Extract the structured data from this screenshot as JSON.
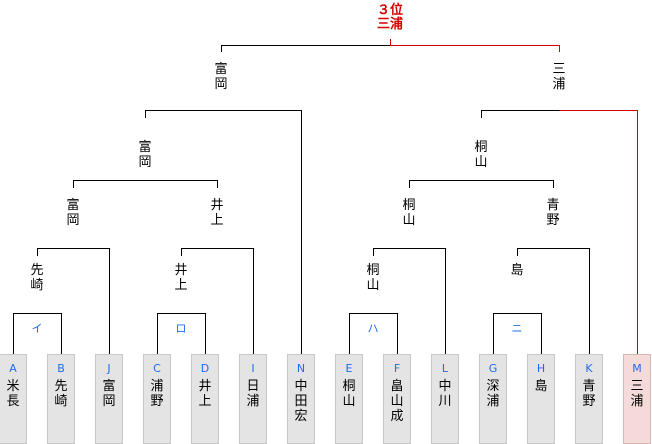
{
  "colors": {
    "line": "#000000",
    "winner_line": "#d40000",
    "letter": "#1a6ee8"
  },
  "third_place": {
    "title": "３位",
    "name": "三浦"
  },
  "players": [
    {
      "letter": "A",
      "name": "米長"
    },
    {
      "letter": "B",
      "name": "先崎"
    },
    {
      "letter": "J",
      "name": "富岡"
    },
    {
      "letter": "C",
      "name": "浦野"
    },
    {
      "letter": "D",
      "name": "井上"
    },
    {
      "letter": "I",
      "name": "日浦"
    },
    {
      "letter": "N",
      "name": "中田宏"
    },
    {
      "letter": "E",
      "name": "桐山"
    },
    {
      "letter": "F",
      "name": "畠山成"
    },
    {
      "letter": "L",
      "name": "中川"
    },
    {
      "letter": "G",
      "name": "深浦"
    },
    {
      "letter": "H",
      "name": "島"
    },
    {
      "letter": "K",
      "name": "青野"
    },
    {
      "letter": "M",
      "name": "三浦",
      "highlight": true
    }
  ],
  "groups": [
    "イ",
    "ロ",
    "ハ",
    "ニ"
  ],
  "winners": {
    "r1": [
      "先崎",
      "井上",
      "桐山",
      "島"
    ],
    "r2": [
      "富岡",
      "井上",
      "桐山",
      "青野"
    ],
    "r3": [
      "富岡",
      "桐山"
    ],
    "r4": [
      "富岡",
      "三浦"
    ]
  }
}
